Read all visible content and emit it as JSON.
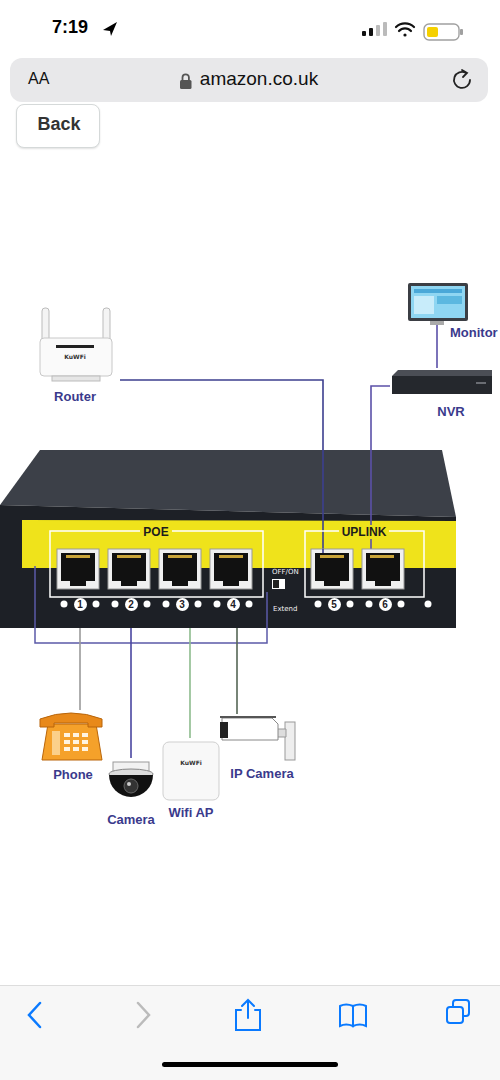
{
  "diagram": {
    "nodes": [
      {
        "text": [
          "AA",
          "amazon.co.uk"
        ]
      },
      {
        "text": [
          "Back"
        ]
      },
      {
        "text": [
          "Monitor"
        ]
      },
      {
        "text": [
          "KuWFi",
          "Router"
        ]
      },
      {
        "text": [
          "NVR"
        ]
      },
      {
        "text": [
          "POE",
          "UPLINK",
          "OFF/ON",
          "Extend",
          "1",
          "2",
          "3",
          "4",
          "5",
          "6"
        ]
      },
      {
        "text": [
          "Phone"
        ]
      },
      {
        "text": [
          "Camera"
        ]
      },
      {
        "text": [
          "KuWFi",
          "Wifi AP"
        ]
      },
      {
        "text": [
          "IP Camera"
        ]
      }
    ],
    "edges": [
      {
        "from": 3,
        "to": 5,
        "arrow": "none"
      },
      {
        "from": 2,
        "to": 4,
        "arrow": "none"
      },
      {
        "from": 4,
        "to": 5,
        "arrow": "none"
      },
      {
        "from": 5,
        "to": 6,
        "arrow": "none"
      },
      {
        "from": 5,
        "to": 7,
        "arrow": "none"
      },
      {
        "from": 5,
        "to": 8,
        "arrow": "none"
      },
      {
        "from": 5,
        "to": 9,
        "arrow": "none"
      }
    ],
    "labels": [
      "7:19"
    ]
  }
}
